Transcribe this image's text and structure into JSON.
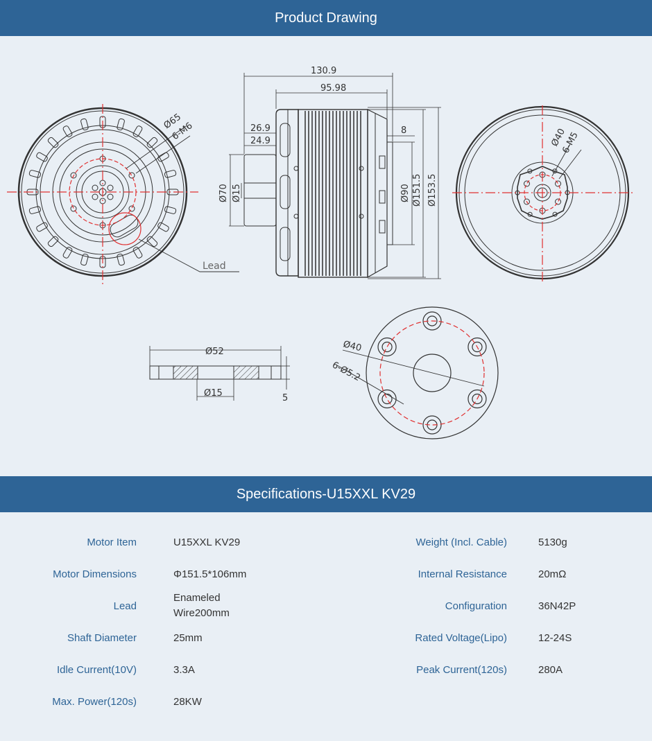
{
  "header": {
    "drawing_title": "Product Drawing",
    "spec_title": "Specifications-U15XXL KV29"
  },
  "drawing": {
    "front_dims": [
      "Ø65",
      "6-M6"
    ],
    "lead_label": "Lead",
    "side_dims": [
      "130.9",
      "95.98",
      "26.9",
      "24.9",
      "8",
      "Ø70",
      "Ø15",
      "Ø90",
      "Ø151.5",
      "Ø153.5"
    ],
    "back_dims": [
      "Ø40",
      "6-M5"
    ],
    "washer_dims": [
      "Ø52",
      "Ø15",
      "5"
    ],
    "flange_dims": [
      "Ø40",
      "6-Ø5.2"
    ]
  },
  "specs_left": [
    {
      "label": "Motor Item",
      "value": "U15XXL KV29"
    },
    {
      "label": "Motor Dimensions",
      "value": "Φ151.5*106mm"
    },
    {
      "label": "Lead",
      "value": [
        "Enameled",
        "Wire200mm"
      ]
    },
    {
      "label": "Shaft Diameter",
      "value": "25mm"
    },
    {
      "label": "Idle Current(10V)",
      "value": "3.3A"
    },
    {
      "label": "Max. Power(120s)",
      "value": "28KW"
    }
  ],
  "specs_right": [
    {
      "label": "Weight (Incl. Cable)",
      "value": "5130g"
    },
    {
      "label": "Internal Resistance",
      "value": "20mΩ"
    },
    {
      "label": "Configuration",
      "value": "36N42P"
    },
    {
      "label": "Rated Voltage(Lipo)",
      "value": "12-24S"
    },
    {
      "label": "Peak Current(120s)",
      "value": "280A"
    }
  ],
  "colors": {
    "header_bg": "#2e6496",
    "label": "#2e6496",
    "accent_red": "#e03030",
    "page_bg": "#e9eff5"
  }
}
